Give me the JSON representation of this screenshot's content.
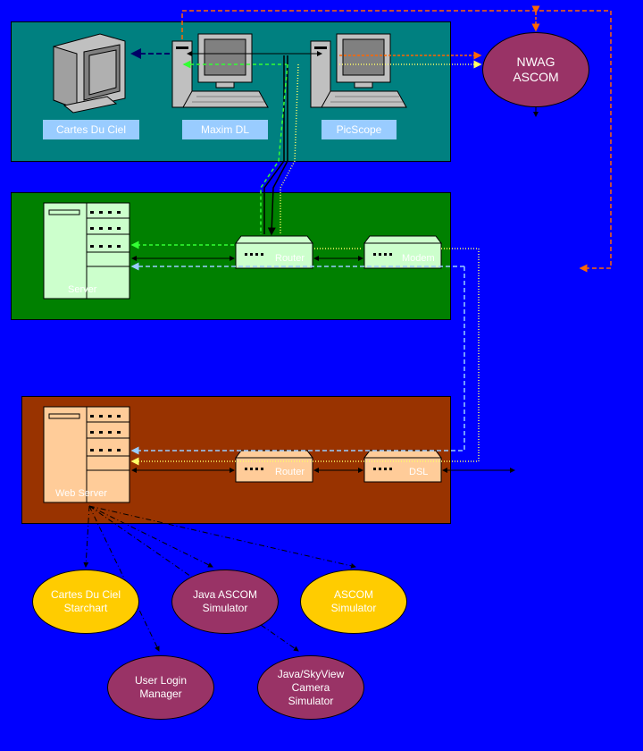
{
  "workstation": {
    "cartes_label": "Cartes Du Ciel",
    "maxim_label": "Maxim DL",
    "picscope_label": "PicScope"
  },
  "nwag": {
    "label": "NWAG\nASCOM"
  },
  "network": {
    "server_label": "Server",
    "router_label": "Router",
    "modem_label": "Modem"
  },
  "web": {
    "server_label": "Web Server",
    "router_label": "Router",
    "dsl_label": "DSL"
  },
  "clients": {
    "cartes_starchart": "Cartes Du Ciel\nStarchart",
    "java_ascom": "Java ASCOM\nSimulator",
    "ascom_sim": "ASCOM\nSimulator",
    "login_manager": "User Login\nManager",
    "skyview": "Java/SkyView\nCamera\nSimulator"
  },
  "colors": {
    "background": "#0000ff",
    "teal_panel": "#008080",
    "green_panel": "#008000",
    "brown_panel": "#993300",
    "purple_node": "#993366",
    "yellow_node": "#ffcc00",
    "label_box": "#99ccff"
  }
}
